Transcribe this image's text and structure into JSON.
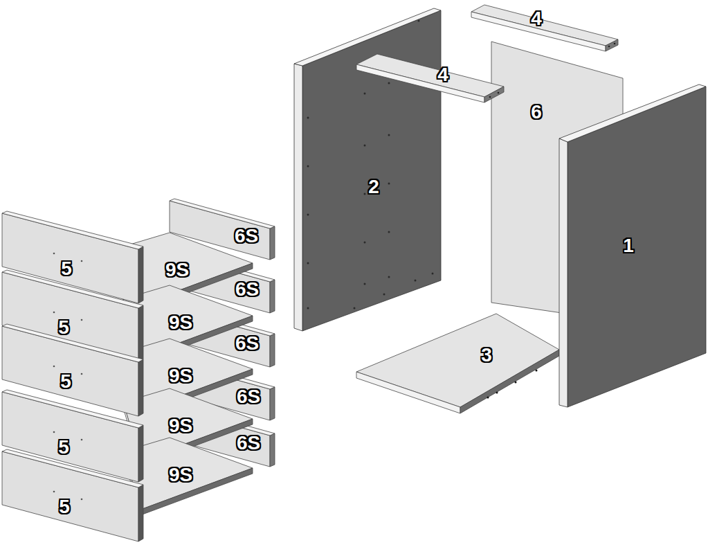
{
  "diagram": {
    "labels": [
      "4",
      "4",
      "6",
      "2",
      "6S",
      "1",
      "5",
      "9S",
      "6S",
      "9S",
      "5",
      "6S",
      "3",
      "9S",
      "5",
      "6S",
      "9S",
      "6S",
      "5",
      "9S",
      "5"
    ]
  }
}
